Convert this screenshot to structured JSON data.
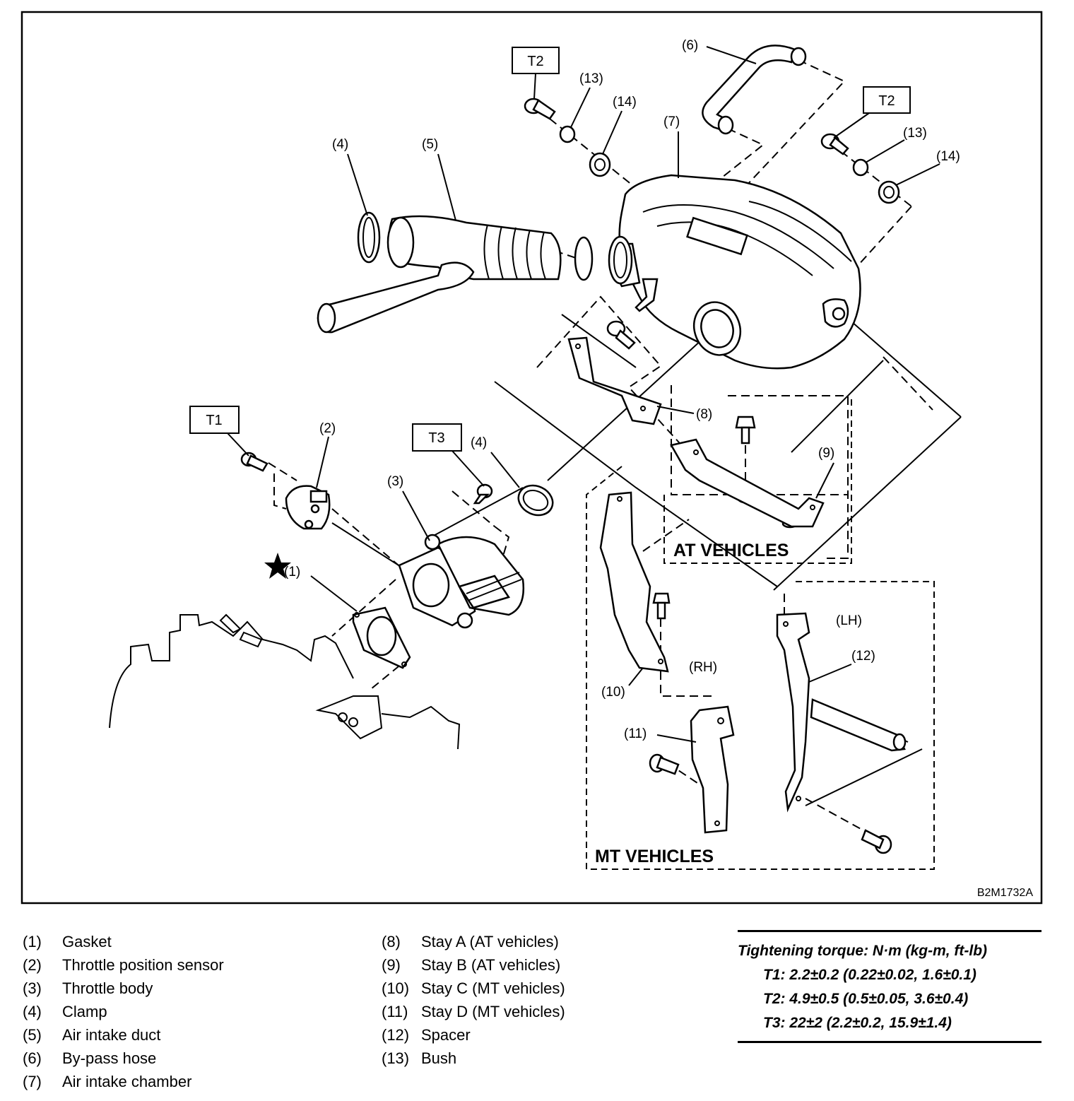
{
  "diagram": {
    "code": "B2M1732A",
    "callouts": [
      "(1)",
      "(2)",
      "(3)",
      "(4)",
      "(4)",
      "(5)",
      "(6)",
      "(7)",
      "(8)",
      "(9)",
      "(10)",
      "(11)",
      "(12)",
      "(13)",
      "(13)",
      "(14)",
      "(14)"
    ],
    "torque_boxes": [
      "T1",
      "T2",
      "T2",
      "T3"
    ],
    "groups": {
      "at": "AT VEHICLES",
      "mt": "MT VEHICLES"
    },
    "side_labels": {
      "rh": "(RH)",
      "lh": "(LH)"
    }
  },
  "legend": {
    "left": [
      {
        "num": "(1)",
        "name": "Gasket"
      },
      {
        "num": "(2)",
        "name": "Throttle position sensor"
      },
      {
        "num": "(3)",
        "name": "Throttle body"
      },
      {
        "num": "(4)",
        "name": "Clamp"
      },
      {
        "num": "(5)",
        "name": "Air intake duct"
      },
      {
        "num": "(6)",
        "name": "By-pass hose"
      },
      {
        "num": "(7)",
        "name": "Air intake chamber"
      }
    ],
    "right": [
      {
        "num": "(8)",
        "name": "Stay A (AT vehicles)"
      },
      {
        "num": "(9)",
        "name": "Stay B (AT vehicles)"
      },
      {
        "num": "(10)",
        "name": "Stay C (MT vehicles)"
      },
      {
        "num": "(11)",
        "name": "Stay D (MT vehicles)"
      },
      {
        "num": "(12)",
        "name": "Spacer"
      },
      {
        "num": "(13)",
        "name": "Bush"
      }
    ]
  },
  "torque": {
    "title": "Tightening torque: N·m (kg-m, ft-lb)",
    "t1": "T1: 2.2±0.2 (0.22±0.02, 1.6±0.1)",
    "t2": "T2: 4.9±0.5 (0.5±0.05, 3.6±0.4)",
    "t3": "T3: 22±2 (2.2±0.2, 15.9±1.4)"
  }
}
